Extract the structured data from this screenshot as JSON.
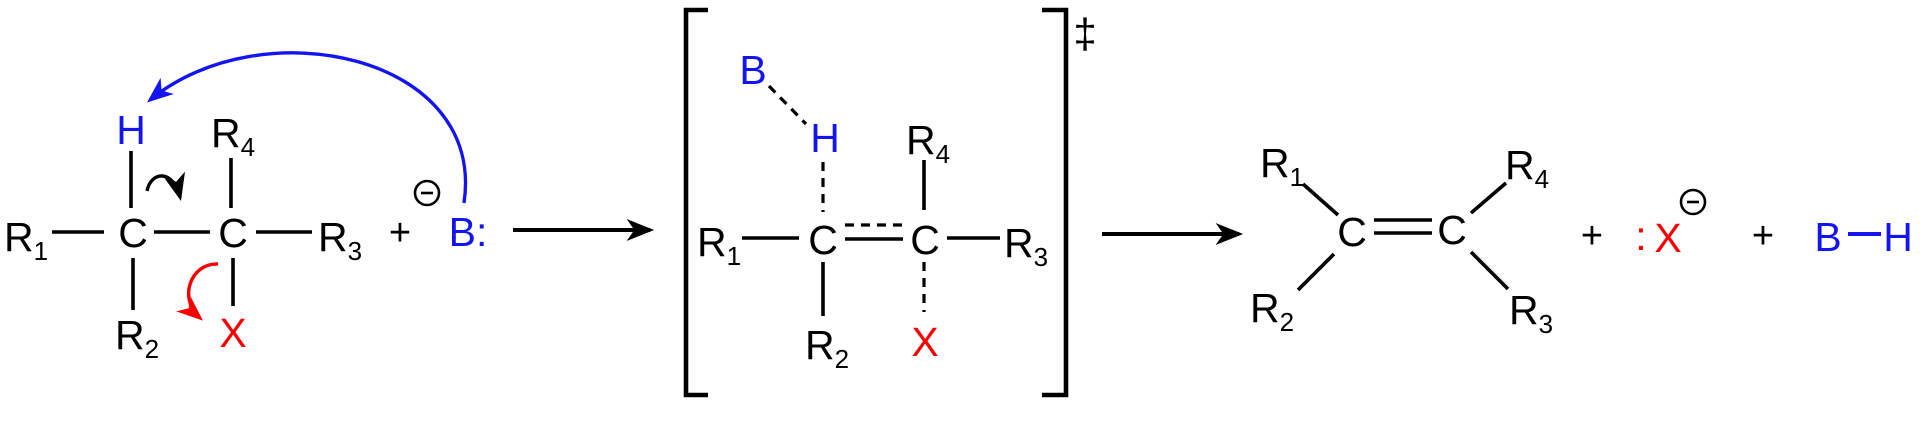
{
  "figure": {
    "type": "reaction-scheme",
    "description": "E2 elimination mechanism: base B abstracts H while X leaves, via a single transition state, giving an alkene, halide ion and B-H"
  },
  "colors": {
    "background": "#ffffff",
    "bond_black": "#000000",
    "base_blue": "#1414f0",
    "leaving_group_red": "#f70000"
  },
  "reactant": {
    "r1": {
      "base": "R",
      "sub": "1"
    },
    "r2": {
      "base": "R",
      "sub": "2"
    },
    "r3": {
      "base": "R",
      "sub": "3"
    },
    "r4": {
      "base": "R",
      "sub": "4"
    },
    "c_left": "C",
    "c_right": "C",
    "h": "H",
    "x": "X",
    "plus": "+",
    "base_label": "B:",
    "base_charge": "⊖"
  },
  "transition_state": {
    "b": "B",
    "h": "H",
    "c_left": "C",
    "c_right": "C",
    "x": "X",
    "r1": {
      "base": "R",
      "sub": "1"
    },
    "r2": {
      "base": "R",
      "sub": "2"
    },
    "r3": {
      "base": "R",
      "sub": "3"
    },
    "r4": {
      "base": "R",
      "sub": "4"
    },
    "double_dagger": "‡"
  },
  "products": {
    "alkene": {
      "r1": {
        "base": "R",
        "sub": "1"
      },
      "r2": {
        "base": "R",
        "sub": "2"
      },
      "r3": {
        "base": "R",
        "sub": "3"
      },
      "r4": {
        "base": "R",
        "sub": "4"
      },
      "c_left": "C",
      "c_right": "C"
    },
    "plus_1": "+",
    "halide": {
      "lone_pair": ":",
      "x": "X",
      "charge": "⊖"
    },
    "plus_2": "+",
    "base_product": {
      "b": "B",
      "h": "H"
    }
  }
}
